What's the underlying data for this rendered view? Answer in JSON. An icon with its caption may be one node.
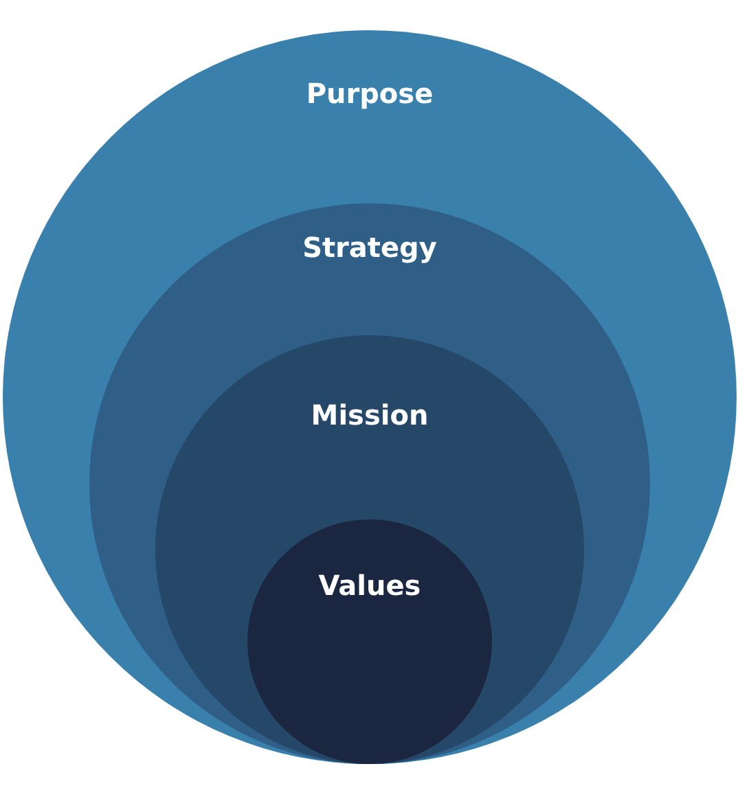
{
  "diagram": {
    "nodes": [
      {
        "text": [
          "Purpose"
        ]
      },
      {
        "text": [
          "Strategy"
        ],
        "in": 0
      },
      {
        "text": [
          "Mission"
        ],
        "in": 1
      },
      {
        "text": [
          "Values"
        ],
        "in": 2
      }
    ]
  }
}
